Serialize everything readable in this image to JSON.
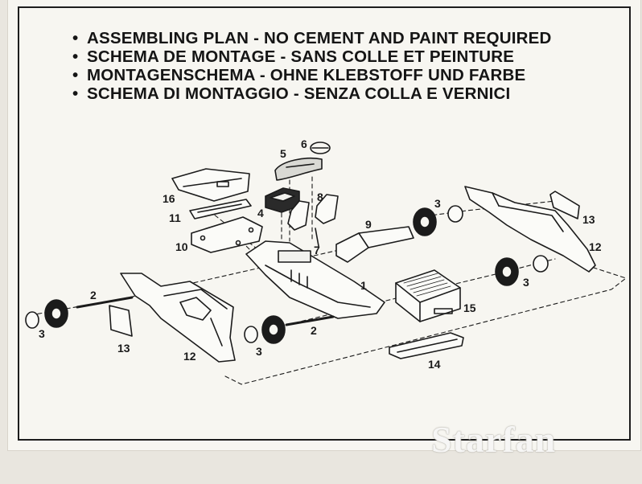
{
  "titles": [
    "ASSEMBLING PLAN - NO CEMENT AND PAINT REQUIRED",
    "SCHEMA DE MONTAGE  - SANS COLLE ET PEINTURE",
    "MONTAGENSCHEMA - OHNE KLEBSTOFF UND FARBE",
    "SCHEMA DI MONTAGGIO  - SENZA COLLA E VERNICI"
  ],
  "bullet": "•",
  "part_numbers": {
    "chassis": "1",
    "axle_left": "2",
    "axle_right": "2",
    "wheel_front_left": "3",
    "wheel_rear_left": "3",
    "wheel_rear_right": "3",
    "wheel_front_right": "3",
    "interior_tub": "4",
    "dashboard": "5",
    "steering_wheel": "6",
    "seat_post": "7",
    "seat": "8",
    "interior_panel": "9",
    "floor_plate": "10",
    "window_frame": "11",
    "body_left": "12",
    "body_right": "12",
    "door_left": "13",
    "door_right": "13",
    "bumper": "14",
    "display_stand": "15",
    "roof": "16"
  },
  "watermark": "Starfan"
}
